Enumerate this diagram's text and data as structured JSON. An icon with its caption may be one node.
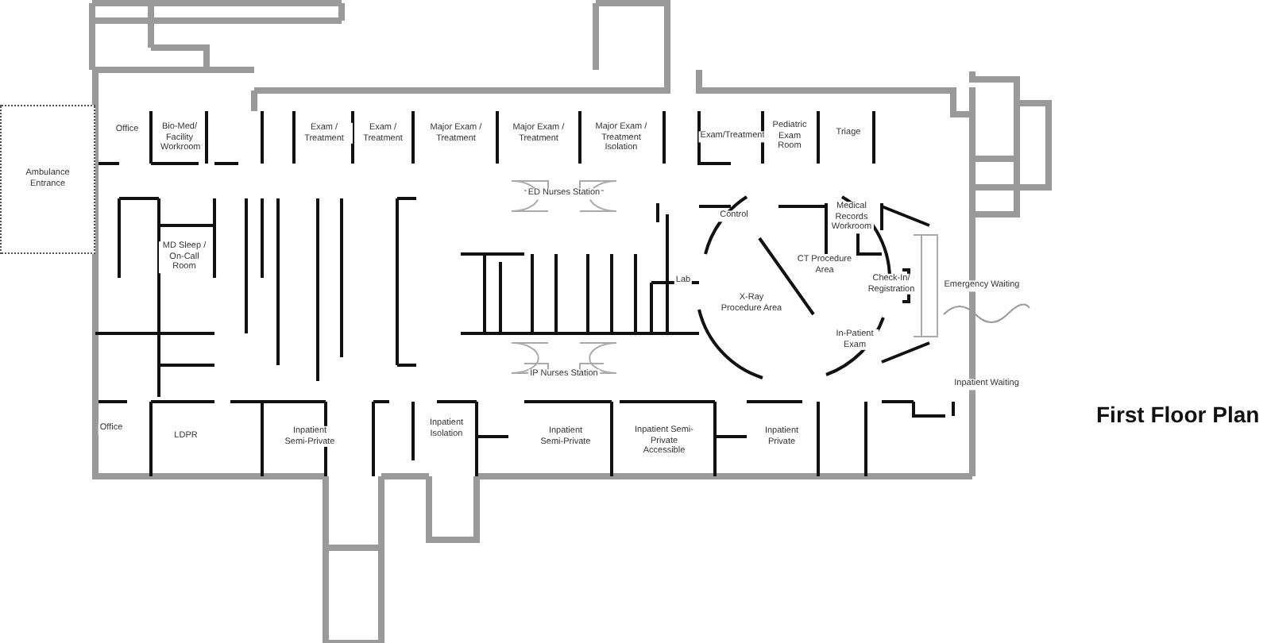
{
  "diagram": {
    "title": "First Floor Plan",
    "nodes": [
      {
        "text": [
          "Ambulance Entrance"
        ]
      }
    ],
    "labels": [
      "Office",
      "Bio-Med/ Facility Workroom",
      "Exam / Treatment",
      "Exam / Treatment",
      "Major Exam / Treatment",
      "Major Exam / Treatment",
      "Major Exam / Treatment Isolation",
      "Exam/Treatment",
      "Pediatric Exam Room",
      "Triage",
      "ED Nurses Station",
      "Control",
      "Medical Records Workroom",
      "MD Sleep / On-Call Room",
      "CT Procedure Area",
      "Lab",
      "Check-In/ Registration",
      "Emergency Waiting",
      "X-Ray Procedure Area",
      "In-Patient Exam",
      "IP Nurses Station",
      "Inpatient Waiting",
      "Office",
      "LDPR",
      "Inpatient Semi-Private",
      "Inpatient Isolation",
      "Inpatient Semi-Private",
      "Inpatient Semi-Private Accessible",
      "Inpatient Private"
    ]
  }
}
